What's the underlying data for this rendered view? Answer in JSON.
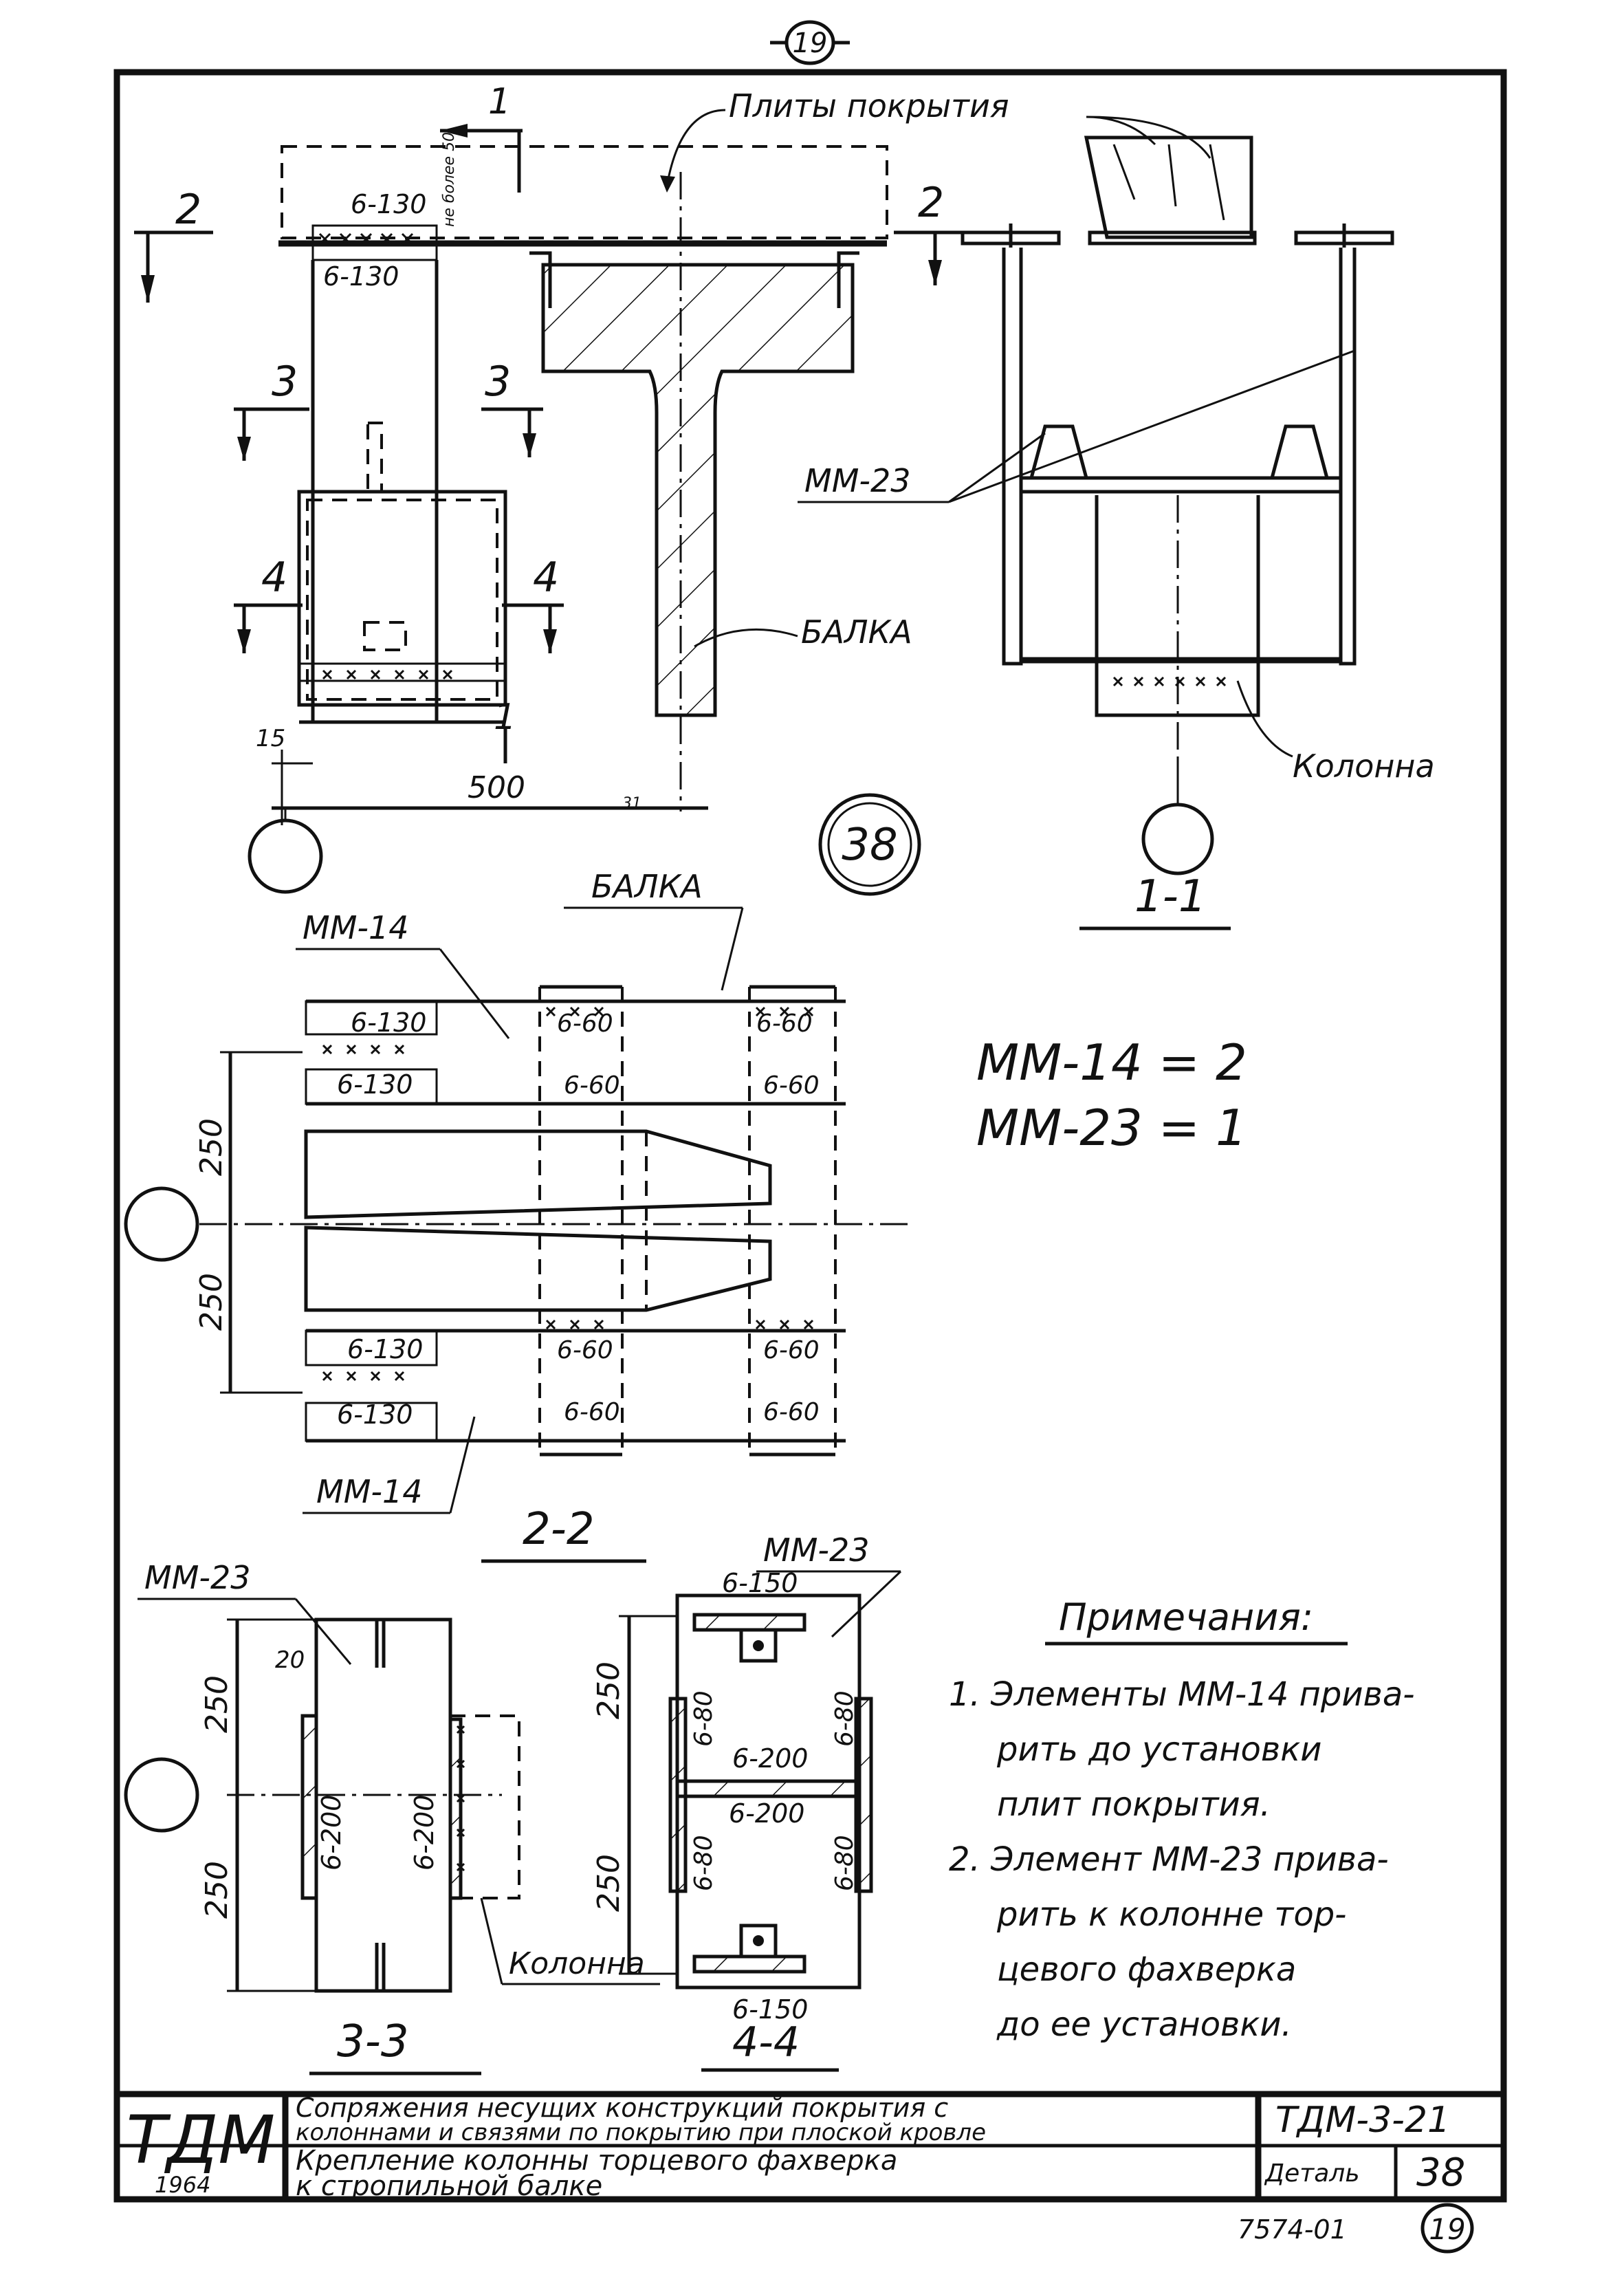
{
  "sheet": {
    "page_number_top": "19",
    "page_number_bottom": "19",
    "detail_number": "38",
    "inventory_number": "7574-01"
  },
  "labels": {
    "roof_slabs": "Плиты покрытия",
    "beam": "БАЛКА",
    "beam_plan": "БАЛКА",
    "column_section": "Колонна",
    "column_33": "Колонна",
    "mm23_section": "ММ-23",
    "mm14_top": "ММ-14",
    "mm14_bottom": "ММ-14",
    "mm23_33": "ММ-23",
    "mm23_44": "ММ-23",
    "not_more_50": "не более 50"
  },
  "section_titles": {
    "s11": "1-1",
    "s22": "2-2",
    "s33": "3-3",
    "s44": "4-4"
  },
  "cut_marks": {
    "c1": "1",
    "c2": "2",
    "c3": "3",
    "c4": "4"
  },
  "dimensions": {
    "d500": "500",
    "d15": "15",
    "d250": "250",
    "d20": "20",
    "d31": "31"
  },
  "welds": {
    "w6_130": "6-130",
    "w6_60": "6-60",
    "w6_200": "6-200",
    "w6_80": "6-80",
    "w6_150": "6-150"
  },
  "quantities": [
    "ММ-14 = 2",
    "ММ-23 = 1"
  ],
  "notes": {
    "title": "Примечания:",
    "lines": [
      "1. Элементы ММ-14 прива-",
      "рить до установки",
      "плит покрытия.",
      "2. Элемент ММ-23 прива-",
      "рить к колонне тор-",
      "цевого фахверка",
      "до ее установки."
    ]
  },
  "title_block": {
    "logo": "ТДМ",
    "year": "1964",
    "title_line1": "Сопряжения несущих конструкций покрытия с",
    "title_line2": "колоннами и связями по покрытию при плоской кровле",
    "code": "ТДМ-3-21",
    "subtitle_line1": "Крепление колонны торцевого фахверка",
    "subtitle_line2": "к стропильной балке",
    "detail_label": "Деталь"
  }
}
